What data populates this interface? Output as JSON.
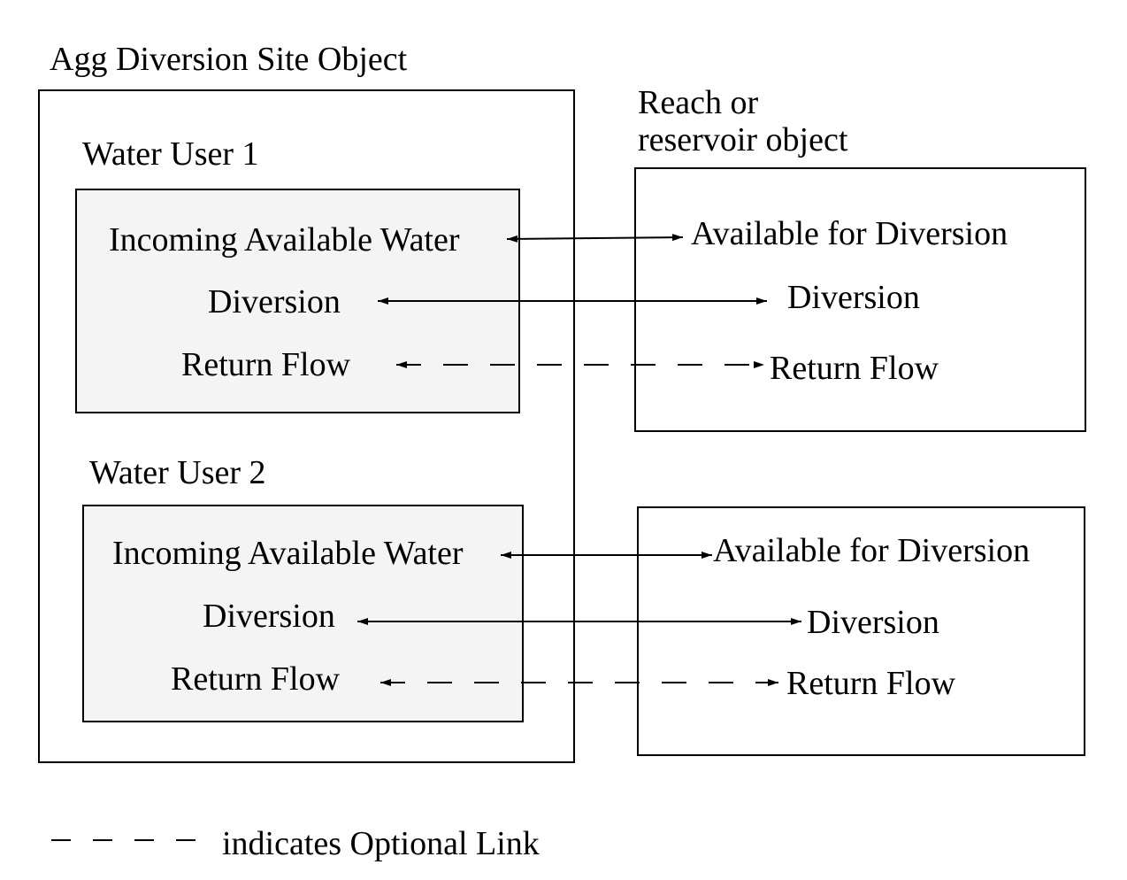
{
  "agg_object": {
    "title": "Agg Diversion Site Object"
  },
  "reach": {
    "title_line1": "Reach or",
    "title_line2": "reservoir object"
  },
  "water_users": [
    {
      "title": "Water User 1",
      "slots": {
        "incoming": "Incoming Available Water",
        "diversion": "Diversion",
        "return_flow": "Return Flow"
      }
    },
    {
      "title": "Water User 2",
      "slots": {
        "incoming": "Incoming Available Water",
        "diversion": "Diversion",
        "return_flow": "Return Flow"
      }
    }
  ],
  "reach_slots": [
    {
      "available": "Available for Diversion",
      "diversion": "Diversion",
      "return_flow": "Return Flow"
    },
    {
      "available": "Available for Diversion",
      "diversion": "Diversion",
      "return_flow": "Return Flow"
    }
  ],
  "legend": {
    "text": "indicates Optional Link"
  }
}
